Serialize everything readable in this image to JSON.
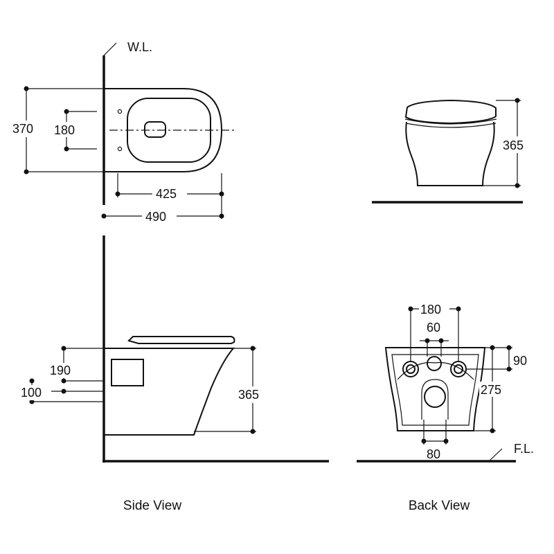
{
  "labels": {
    "wall_line": "W.L.",
    "floor_line": "F.L."
  },
  "top_view": {
    "width_dim": "370",
    "hole_spacing_dim": "180",
    "bowl_length_dim": "425",
    "total_length_dim": "490"
  },
  "front_view": {
    "height_dim": "365"
  },
  "side_view": {
    "caption": "Side View",
    "dim_190": "190",
    "dim_100": "100",
    "height_dim": "365"
  },
  "back_view": {
    "caption": "Back View",
    "bolt_spacing_dim": "180",
    "inlet_width_dim": "60",
    "inlet_height_dim": "90",
    "bolt_height_dim": "275",
    "outlet_width_dim": "80"
  }
}
